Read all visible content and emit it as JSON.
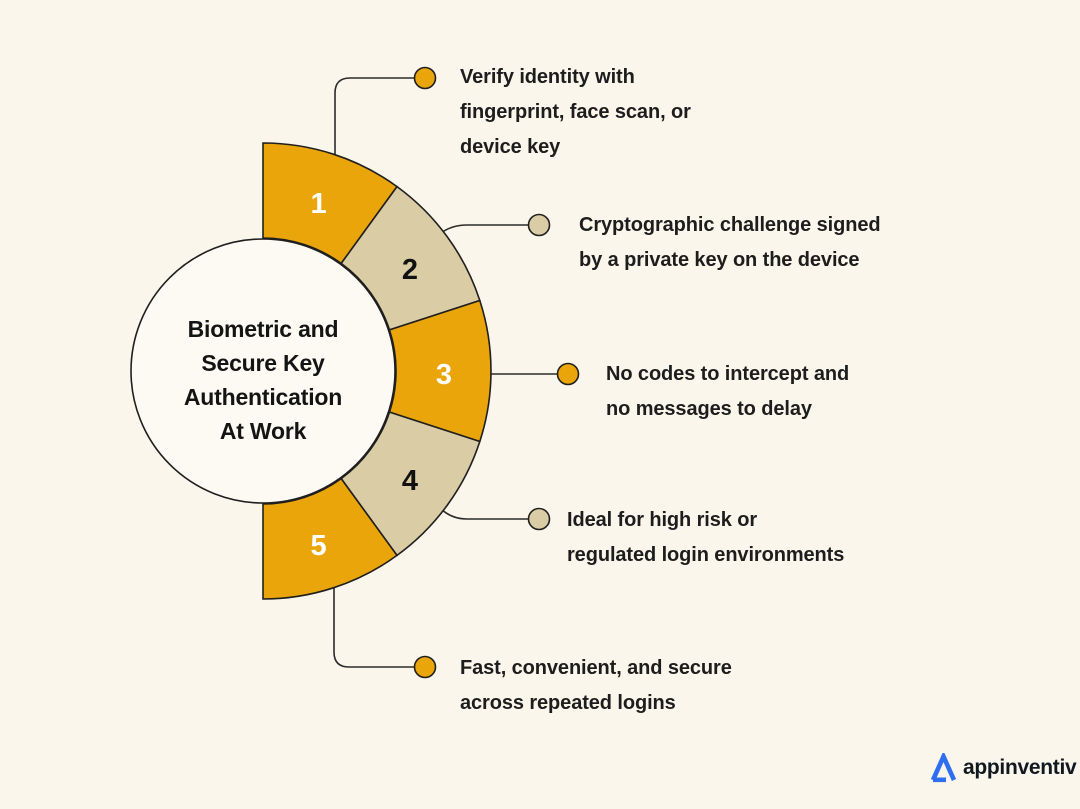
{
  "title": "Biometric and\nSecure Key\nAuthentication\nAt Work",
  "colors": {
    "background": "#FAF6EB",
    "orange": "#EAA50B",
    "tan": "#DACCA4",
    "circle_fill": "#FCFAF2",
    "outline": "#1F1F1F",
    "text": "#1D1D1D",
    "number_on_orange": "#FFFFFF",
    "number_on_tan": "#111111",
    "logo_blue": "#2E6FF2"
  },
  "segments": [
    {
      "number": "1",
      "color": "orange",
      "description": "Verify identity with\nfingerprint, face scan, or\ndevice key"
    },
    {
      "number": "2",
      "color": "tan",
      "description": "Cryptographic challenge signed\nby a private key on the device"
    },
    {
      "number": "3",
      "color": "orange",
      "description": "No codes to intercept and\nno messages to delay"
    },
    {
      "number": "4",
      "color": "tan",
      "description": "Ideal for high risk or\nregulated login environments"
    },
    {
      "number": "5",
      "color": "orange",
      "description": "Fast, convenient, and secure\nacross repeated logins"
    }
  ],
  "logo": {
    "brand": "appinventiv"
  }
}
